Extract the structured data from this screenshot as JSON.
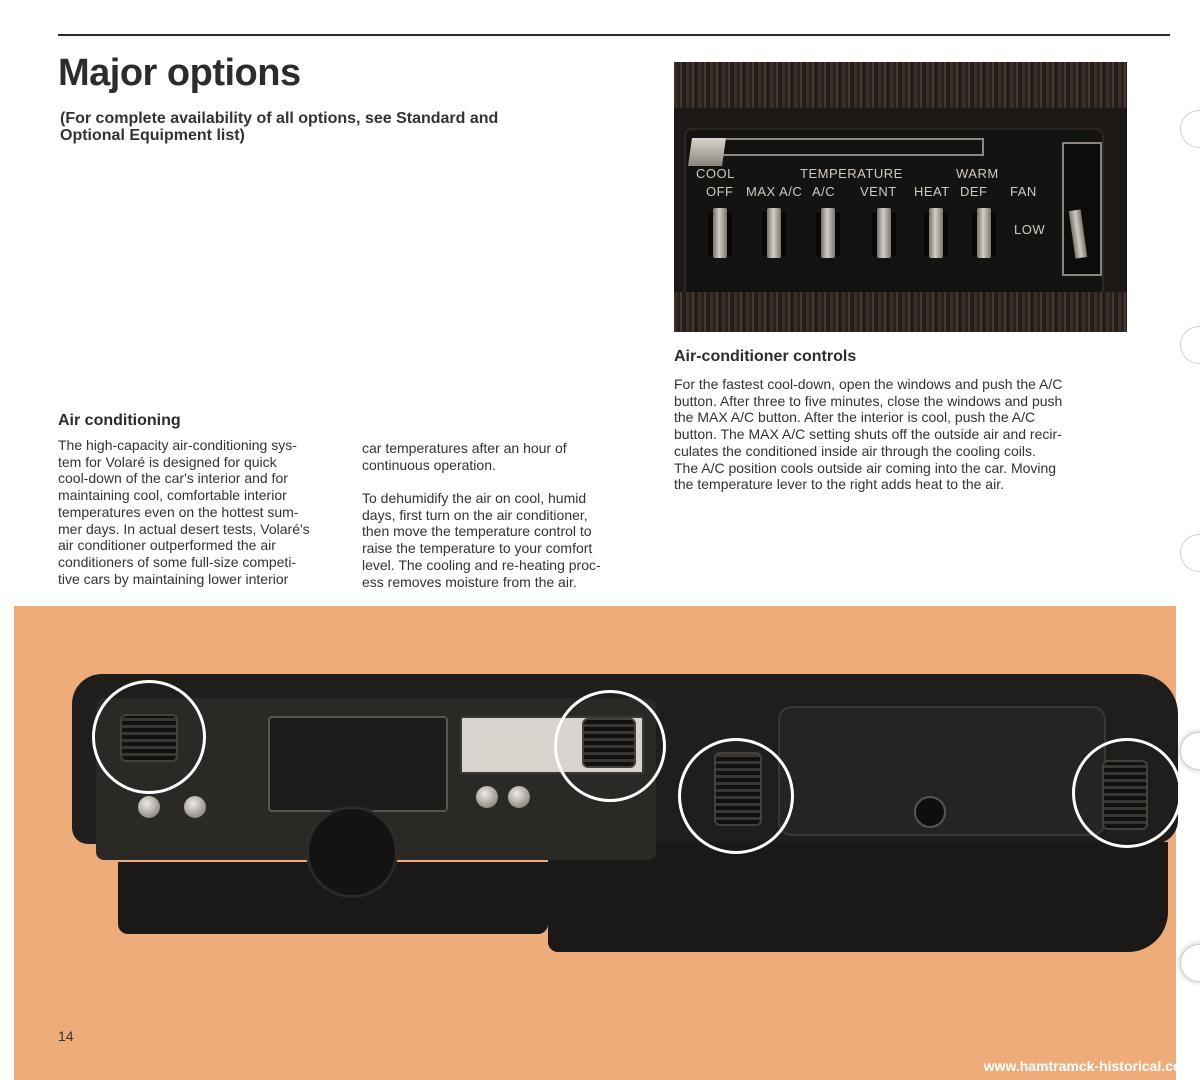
{
  "header": {
    "title": "Major options",
    "subtitle_line1": "(For complete availability of all options, see Standard and",
    "subtitle_line2": "Optional Equipment list)"
  },
  "air_conditioning": {
    "heading": "Air conditioning",
    "left_lines": [
      "The high-capacity air-conditioning sys-",
      "tem for Volaré is designed for quick",
      "cool-down of the car's interior and for",
      "maintaining cool, comfortable interior",
      "temperatures even on the hottest sum-",
      "mer days. In actual desert tests, Volaré's",
      "air conditioner outperformed the air",
      "conditioners of some full-size competi-",
      "tive cars by maintaining lower interior"
    ],
    "mid_para1_lines": [
      "car temperatures after an hour of",
      "continuous operation."
    ],
    "mid_para2_lines": [
      "To dehumidify the air on cool, humid",
      "days, first turn on the air conditioner,",
      "then move the temperature control to",
      "raise the temperature to your comfort",
      "level. The cooling and re-heating proc-",
      "ess removes moisture from the air."
    ]
  },
  "ac_controls": {
    "heading": "Air-conditioner controls",
    "lines": [
      "For the fastest cool-down, open the windows and push the A/C",
      "button. After three to five minutes, close the windows and push",
      "the MAX A/C button. After the interior is cool, push the A/C",
      "button. The MAX A/C setting shuts off the outside air and recir-",
      "culates the conditioned inside air through the cooling coils.",
      "The A/C position cools outside air coming into the car. Moving",
      "the temperature lever to the right adds heat to the air."
    ]
  },
  "photo_controls": {
    "cool": "COOL",
    "temperature": "TEMPERATURE",
    "warm": "WARM",
    "buttons": [
      "OFF",
      "MAX A/C",
      "A/C",
      "VENT",
      "HEAT",
      "DEF"
    ],
    "fan": "FAN",
    "low": "LOW"
  },
  "footer": {
    "page_number": "14",
    "url": "www.hamtramck-historical.com"
  }
}
